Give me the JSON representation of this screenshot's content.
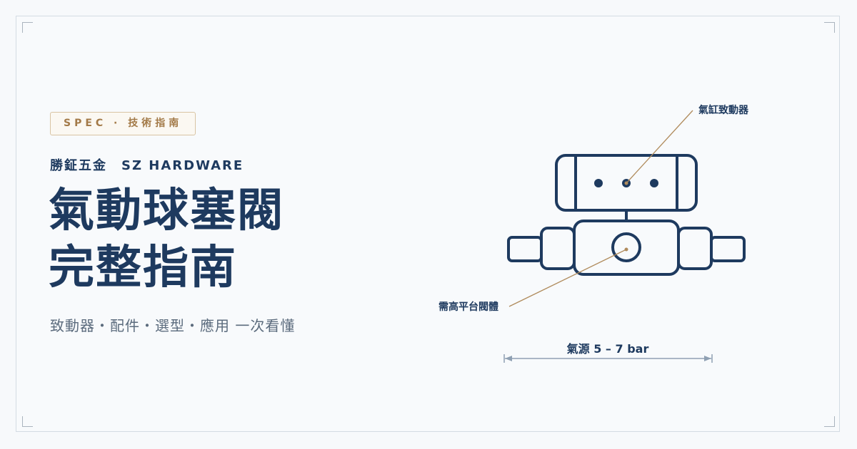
{
  "badge": {
    "text": "SPEC · 技術指南"
  },
  "brand": {
    "text": "勝鉦五金　SZ HARDWARE"
  },
  "title": {
    "line1": "氣動球塞閥",
    "line2": "完整指南"
  },
  "subtitle": {
    "text": "致動器・配件・選型・應用 一次看懂"
  },
  "diagram": {
    "actuator_label": "氣缸致動器",
    "valve_label": "需高平台閥體",
    "pressure_label": "氣源 5 – 7 bar"
  },
  "colors": {
    "navy": "#1e3a5f",
    "gold": "#a37a48",
    "muted": "#5b6b7d",
    "leader": "#b08b5c",
    "dimension": "#8fa0b3"
  }
}
